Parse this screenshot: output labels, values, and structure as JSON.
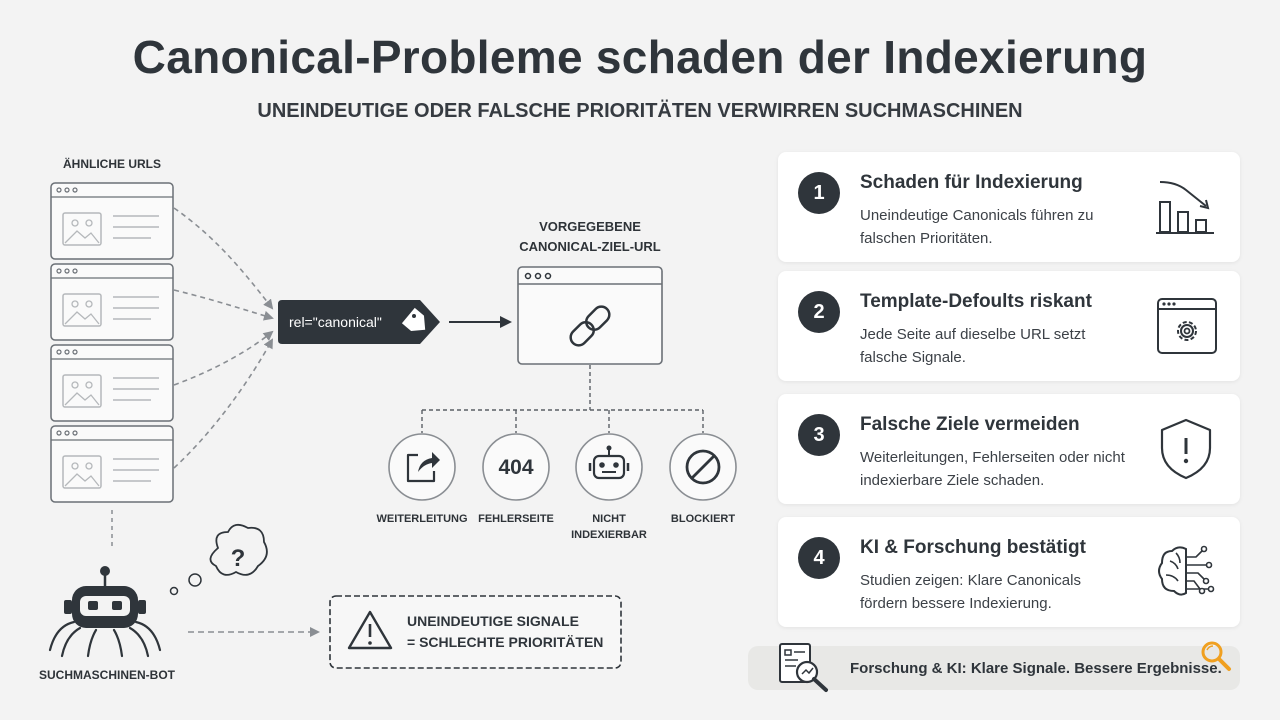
{
  "title": "Canonical-Probleme schaden der Indexierung",
  "subtitle": "UNEINDEUTIGE ODER FALSCHE PRIORITÄTEN VERWIRREN SUCHMASCHINEN",
  "diagram": {
    "similar_urls_label": "ÄHNLICHE URLS",
    "canonical_tag": "rel=\"canonical\"",
    "target_label_line1": "VORGEGEBENE",
    "target_label_line2": "CANONICAL-ZIEL-URL",
    "targets": [
      {
        "label": "WEITERLEITUNG",
        "icon": "redirect-icon"
      },
      {
        "label": "FEHLERSEITE",
        "icon_text": "404"
      },
      {
        "label_line1": "NICHT",
        "label_line2": "INDEXIERBAR",
        "icon": "robot-icon"
      },
      {
        "label": "BLOCKIERT",
        "icon": "blocked-icon"
      }
    ],
    "bot_label": "SUCHMASCHINEN-BOT",
    "thought_mark": "?",
    "warning_line1": "UNEINDEUTIGE SIGNALE",
    "warning_line2": "= SCHLECHTE PRIORITÄTEN"
  },
  "cards": [
    {
      "number": "1",
      "title": "Schaden für Indexierung",
      "body": "Uneindeutige Canonicals führen zu falschen Prioritäten.",
      "icon": "declining-chart-icon"
    },
    {
      "number": "2",
      "title": "Template-Defoults riskant",
      "body": "Jede Seite auf dieselbe URL setzt falsche Signale.",
      "icon": "browser-gear-icon"
    },
    {
      "number": "3",
      "title": "Falsche Ziele vermeiden",
      "body": "Weiterleitungen, Fehlerseiten oder nicht indexierbare Ziele schaden.",
      "icon": "shield-warning-icon"
    },
    {
      "number": "4",
      "title": "KI & Forschung bestätigt",
      "body": "Studien zeigen: Klare Canonicals fördern bessere Indexierung.",
      "icon": "ai-brain-icon"
    }
  ],
  "footer": "Forschung & KI: Klare Signale. Bessere Ergebnisse.",
  "colors": {
    "dark": "#2f353b",
    "accent_orange": "#f0a020",
    "card_bg": "#ffffff",
    "page_bg": "#f3f3f3"
  }
}
